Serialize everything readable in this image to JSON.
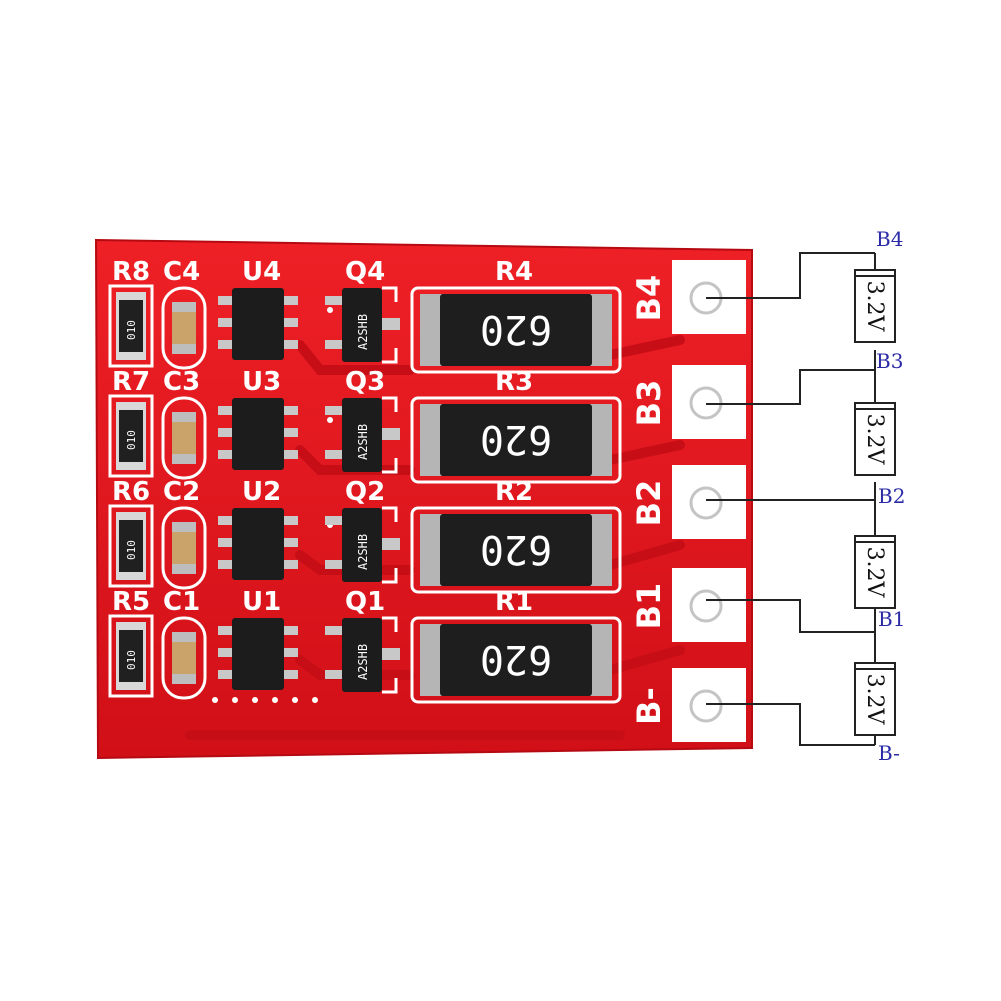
{
  "board": {
    "rows": [
      {
        "r_small": "R8",
        "cap": "C4",
        "ic": "U4",
        "fet": "Q4",
        "r_big": "R4",
        "r_big_value": "620",
        "pad": "B4"
      },
      {
        "r_small": "R7",
        "cap": "C3",
        "ic": "U3",
        "fet": "Q3",
        "r_big": "R3",
        "r_big_value": "620",
        "pad": "B3"
      },
      {
        "r_small": "R6",
        "cap": "C2",
        "ic": "U2",
        "fet": "Q2",
        "r_big": "R2",
        "r_big_value": "620",
        "pad": "B2"
      },
      {
        "r_small": "R5",
        "cap": "C1",
        "ic": "U1",
        "fet": "Q1",
        "r_big": "R1",
        "r_big_value": "620",
        "pad": "B-"
      }
    ],
    "pad_b1": "B1",
    "small_resistor_marking": "010",
    "fet_marking": "A2SHB",
    "colors": {
      "pcb": "#e3141b",
      "pcb_dark": "#b80d14",
      "silkscreen": "#ffffff",
      "chip": "#1c1c1c"
    }
  },
  "schematic": {
    "node_labels": [
      "B4",
      "B3",
      "B2",
      "B1",
      "B-"
    ],
    "cells": [
      {
        "voltage": "3.2V"
      },
      {
        "voltage": "3.2V"
      },
      {
        "voltage": "3.2V"
      },
      {
        "voltage": "3.2V"
      }
    ],
    "colors": {
      "label": "#2a2aa6",
      "wire": "#222222"
    }
  }
}
